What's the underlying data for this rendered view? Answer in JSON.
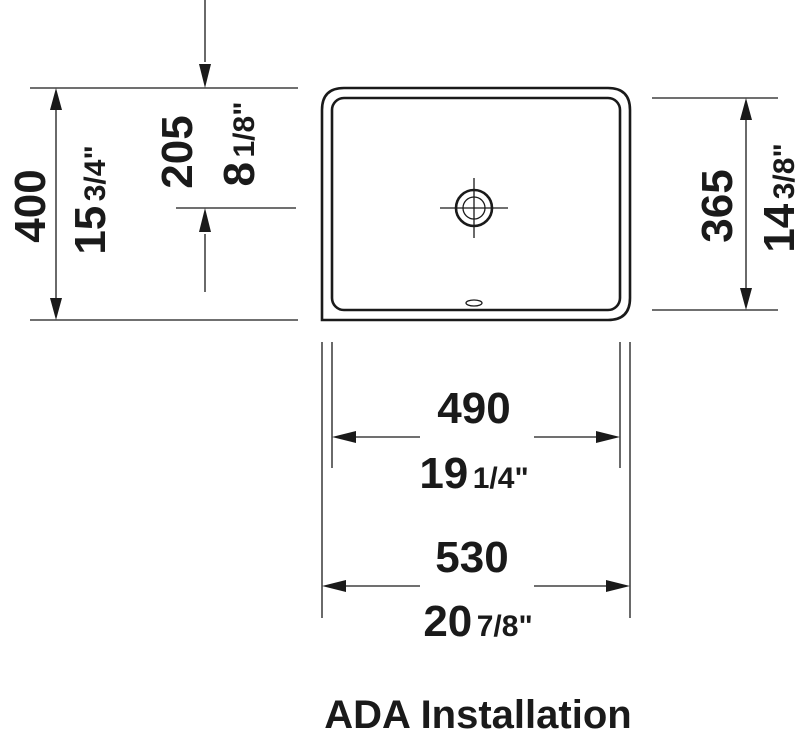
{
  "drawing": {
    "depth_total_mm": "400",
    "depth_total_in_whole": "15",
    "depth_total_in_frac": "3/4\"",
    "drain_offset_mm": "205",
    "drain_offset_in_whole": "8",
    "drain_offset_in_frac": "1/8\"",
    "bowl_depth_mm": "365",
    "bowl_depth_in_whole": "14",
    "bowl_depth_in_frac": "3/8\"",
    "bowl_width_mm": "490",
    "bowl_width_in_whole": "19",
    "bowl_width_in_frac": "1/4\"",
    "total_width_mm": "530",
    "total_width_in_whole": "20",
    "total_width_in_frac": "7/8\""
  },
  "caption": "ADA Installation",
  "colors": {
    "ink": "#1a1a1a",
    "background": "#ffffff"
  }
}
